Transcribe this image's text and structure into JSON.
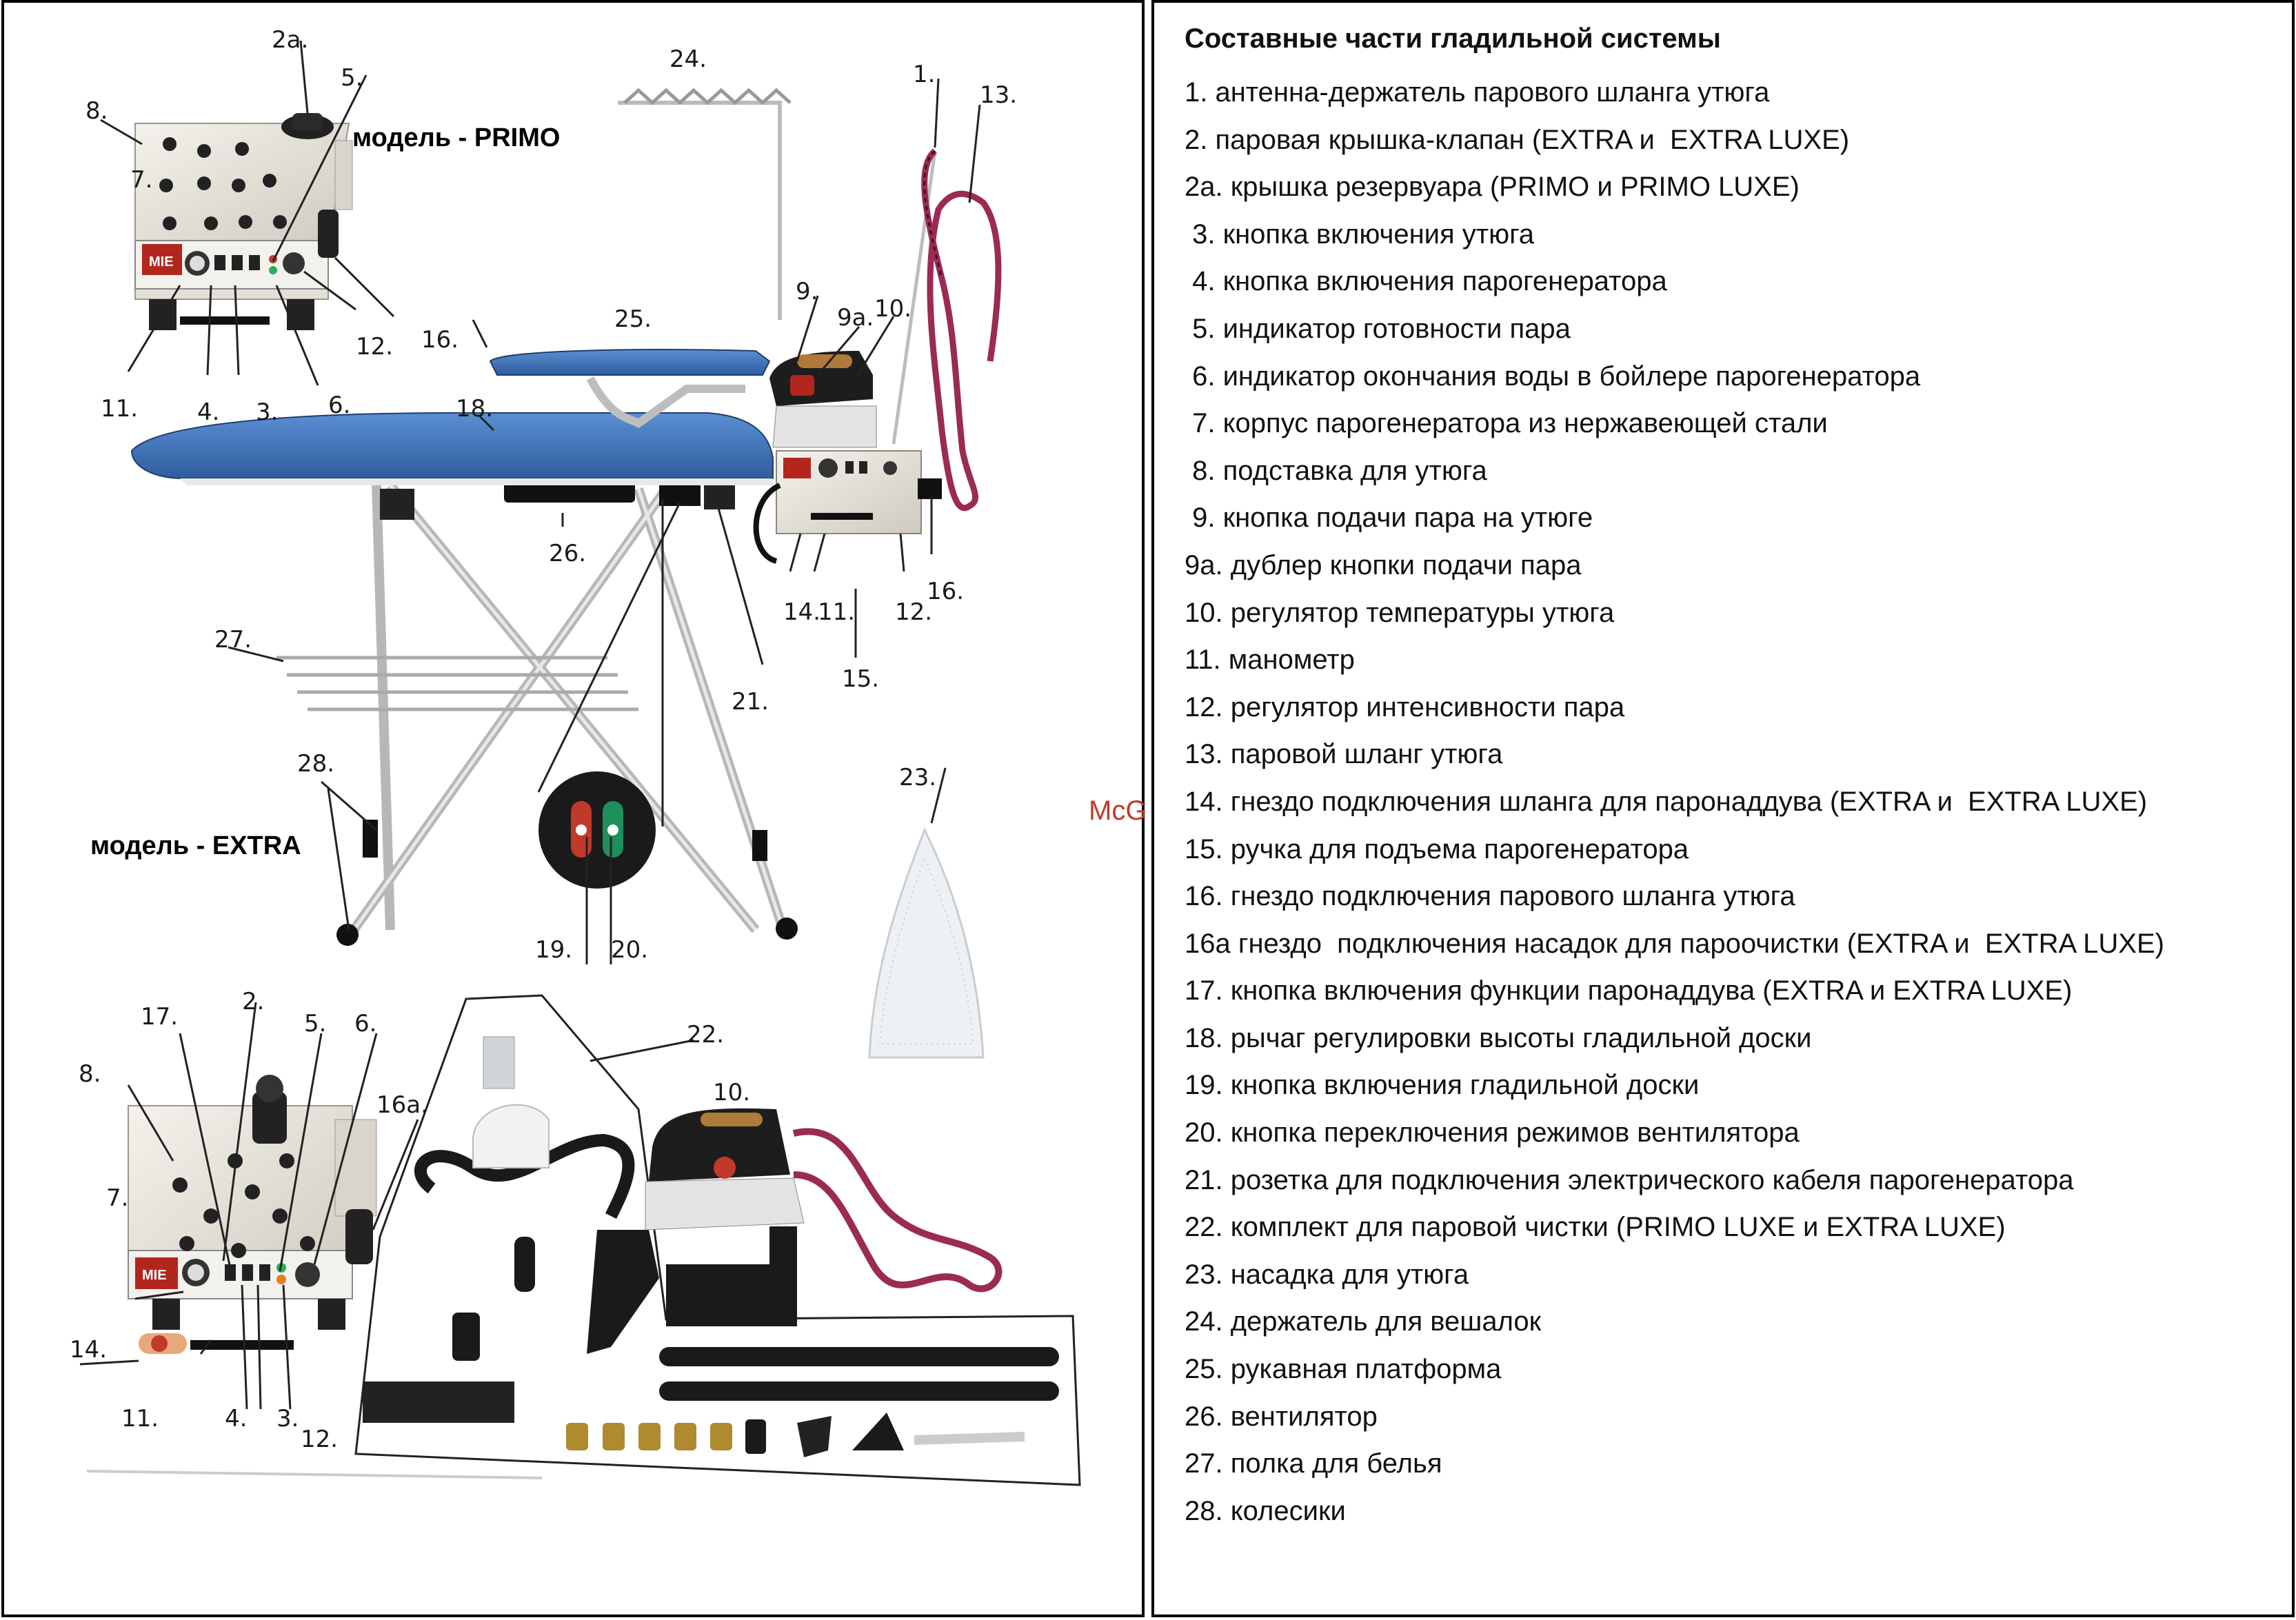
{
  "diagram": {
    "model_primo": "модель - PRIMO",
    "model_extra": "модель - EXTRA",
    "watermark": "McGrp.Ru",
    "callouts": {
      "c1": "1.",
      "c2": "2.",
      "c2a": "2a.",
      "c3a": "3.",
      "c3b": "3.",
      "c4a": "4.",
      "c4b": "4.",
      "c5a": "5.",
      "c5b": "5.",
      "c6a": "6.",
      "c6b": "6.",
      "c7a": "7.",
      "c7b": "7.",
      "c8a": "8.",
      "c8b": "8.",
      "c9": "9.",
      "c9a": "9a.",
      "c10a": "10.",
      "c10b": "10.",
      "c11a": "11.",
      "c11b": "11.",
      "c11c": "11.",
      "c12a": "12.",
      "c12b": "12.",
      "c12c": "12.",
      "c13": "13.",
      "c14a": "14.",
      "c14b": "14.",
      "c15": "15.",
      "c16": "16.",
      "c16b": "16.",
      "c16a": "16a.",
      "c17": "17.",
      "c18": "18.",
      "c19": "19.",
      "c20": "20.",
      "c21": "21.",
      "c22": "22.",
      "c23": "23.",
      "c24": "24.",
      "c25": "25.",
      "c26": "26.",
      "c27": "27.",
      "c28": "28."
    }
  },
  "parts": {
    "title": "Составные части гладильной системы",
    "items": [
      "1. антенна-держатель парового шланга утюга",
      "2. паровая крышка-клапан (EXTRA и  EXTRA LUXE)",
      "2а. крышка резервуара (PRIMO и PRIMO LUXE)",
      " 3. кнопка включения утюга",
      " 4. кнопка включения парогенератора",
      " 5. индикатор готовности пара",
      " 6. индикатор окончания воды в бойлере парогенератора",
      " 7. корпус парогенератора из нержавеющей стали",
      " 8. подставка для утюга",
      " 9. кнопка подачи пара на утюге",
      "9а. дублер кнопки подачи пара",
      "10. регулятор температуры утюга",
      "11. манометр",
      "12. регулятор интенсивности пара",
      "13. паровой шланг утюга",
      "14. гнездо подключения шланга для паронаддува (EXTRA и  EXTRA LUXE)",
      "15. ручка для подъема парогенератора",
      "16. гнездо подключения парового шланга утюга",
      "16а гнездо  подключения насадок для пароочистки (EXTRA и  EXTRA LUXE)",
      "17. кнопка включения функции паронаддува (EXTRA и EXTRA LUXE)",
      "18. рычаг регулировки высоты гладильной доски",
      "19. кнопка включения гладильной доски",
      "20. кнопка переключения режимов вентилятора",
      "21. розетка для подключения электрического кабеля парогенератора",
      "22. комплект для паровой чистки (PRIMO LUXE и EXTRA LUXE)",
      "23. насадка для утюга",
      "24. держатель для вешалок",
      "25. рукавная платформа",
      "26. вентилятор",
      "27. полка для белья",
      "28. колесики"
    ]
  },
  "colors": {
    "board_blue": "#3f73b8",
    "steel": "#e9e6df",
    "hose": "#9b2a55",
    "watermark": "#c0392b"
  }
}
